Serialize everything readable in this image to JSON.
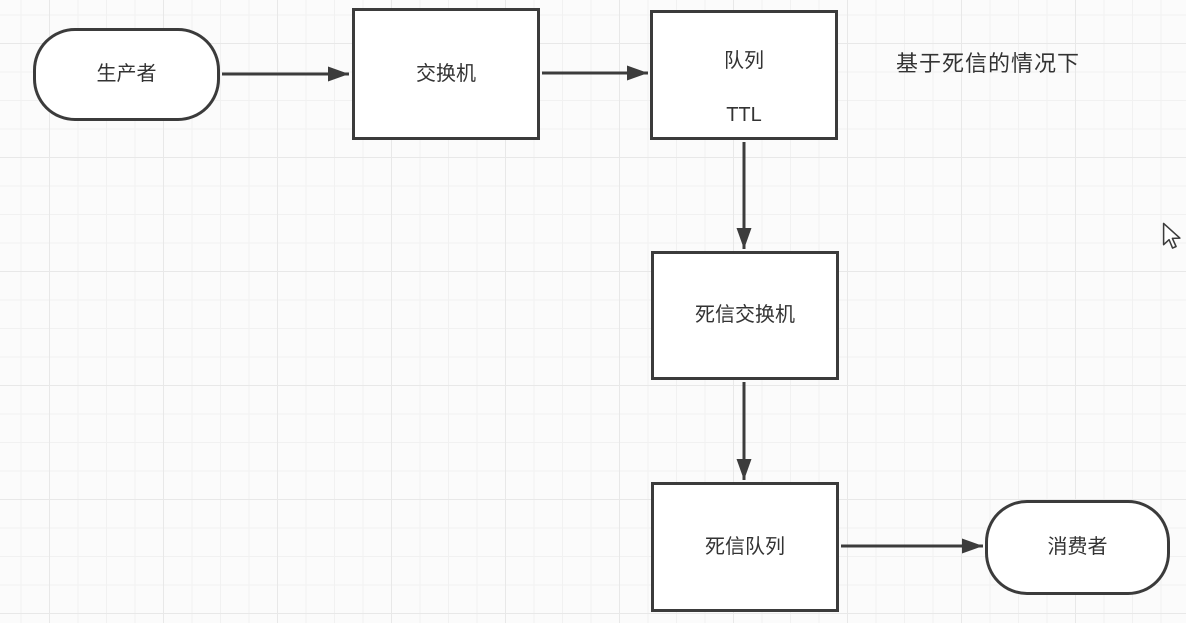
{
  "diagram": {
    "annotation": {
      "text": "基于死信的情况下"
    },
    "nodes": {
      "producer": {
        "label": "生产者",
        "shape": "rounded"
      },
      "exchange": {
        "label": "交换机",
        "shape": "rectangle"
      },
      "ttl_queue": {
        "label_line1": "队列",
        "label_line2": "TTL",
        "shape": "rectangle"
      },
      "dead_letter_exchange": {
        "label": "死信交换机",
        "shape": "rectangle"
      },
      "dead_letter_queue": {
        "label": "死信队列",
        "shape": "rectangle"
      },
      "consumer": {
        "label": "消费者",
        "shape": "rounded"
      }
    },
    "edges": [
      {
        "from": "producer",
        "to": "exchange",
        "direction": "right"
      },
      {
        "from": "exchange",
        "to": "ttl_queue",
        "direction": "right"
      },
      {
        "from": "ttl_queue",
        "to": "dead_letter_exchange",
        "direction": "down"
      },
      {
        "from": "dead_letter_exchange",
        "to": "dead_letter_queue",
        "direction": "down"
      },
      {
        "from": "dead_letter_queue",
        "to": "consumer",
        "direction": "right"
      }
    ],
    "colors": {
      "shape_stroke": "#3b3b3b",
      "shape_fill": "#ffffff",
      "text": "#333333",
      "connector": "#3c3c3c",
      "canvas_background": "#fbfbfb",
      "grid_minor": "#f1f1f1",
      "grid_major": "#e8e8e8"
    }
  }
}
